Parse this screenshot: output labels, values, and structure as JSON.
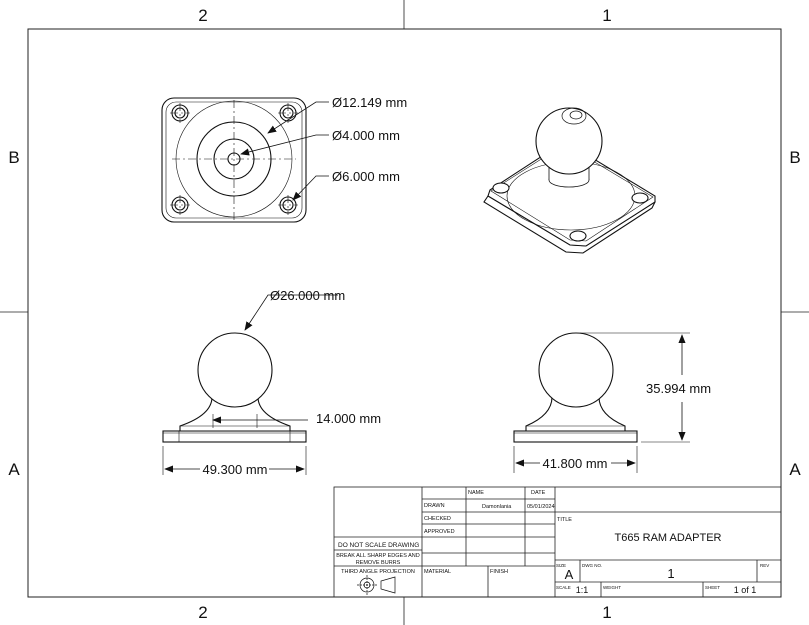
{
  "zones": {
    "col_left": "2",
    "col_right": "1",
    "row_top": "B",
    "row_bottom": "A"
  },
  "dimensions": {
    "bolt_circle": "Ø12.149 mm",
    "center_hole": "Ø4.000 mm",
    "mount_holes": "Ø6.000 mm",
    "ball_diameter": "Ø26.000 mm",
    "neck_width": "14.000 mm",
    "base_width_front": "49.300 mm",
    "height": "35.994 mm",
    "base_width_side": "41.800 mm"
  },
  "title_block": {
    "col_name": "NAME",
    "col_date": "DATE",
    "row_drawn": "DRAWN",
    "drawn_name": "Damonlania",
    "drawn_date": "05/01/2024",
    "row_checked": "CHECKED",
    "row_approved": "APPROVED",
    "title_label": "TITLE",
    "title": "T665 RAM ADAPTER",
    "do_not_scale": "DO NOT SCALE DRAWING",
    "break_edges_1": "BREAK ALL SHARP EDGES AND",
    "break_edges_2": "REMOVE BURRS",
    "projection": "THIRD ANGLE PROJECTION",
    "material_label": "MATERIAL",
    "finish_label": "FINISH",
    "size_label": "SIZE",
    "size_value": "A",
    "dwg_no_label": "DWG NO.",
    "dwg_no_value": "1",
    "rev_label": "REV",
    "scale_label": "SCALE",
    "scale_value": "1:1",
    "weight_label": "WEIGHT",
    "sheet_label": "SHEET",
    "sheet_value": "1 of 1"
  }
}
